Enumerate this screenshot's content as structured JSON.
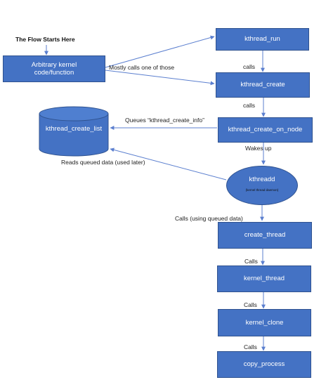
{
  "start_label": "The Flow Starts Here",
  "nodes": {
    "arbitrary": "Arbitrary kernel code/function",
    "kthread_run": "kthread_run",
    "kthread_create": "kthread_create",
    "kthread_create_on_node": "kthread_create_on_node",
    "kthread_create_list": "kthread_create_list",
    "kthreadd": "kthreadd",
    "kthreadd_sub": "(kernel thread daemon)",
    "create_thread": "create_thread",
    "kernel_thread": "kernel_thread",
    "kernel_clone": "kernel_clone",
    "copy_process": "copy_process"
  },
  "edges": {
    "mostly_calls": "Mostly calls one of those",
    "calls_1": "calls",
    "calls_2": "calls",
    "queues": "Queues “kthread_create_info”",
    "wakes_up": "Wakes   up",
    "reads_queued": "Reads queued data (used later)",
    "calls_using": "Calls (using queued data)",
    "calls_3": "Calls",
    "calls_4": "Calls",
    "calls_5": "Calls"
  },
  "colors": {
    "box_fill": "#4472c4",
    "box_border": "#2f528f",
    "arrow": "#5b7fcf"
  }
}
